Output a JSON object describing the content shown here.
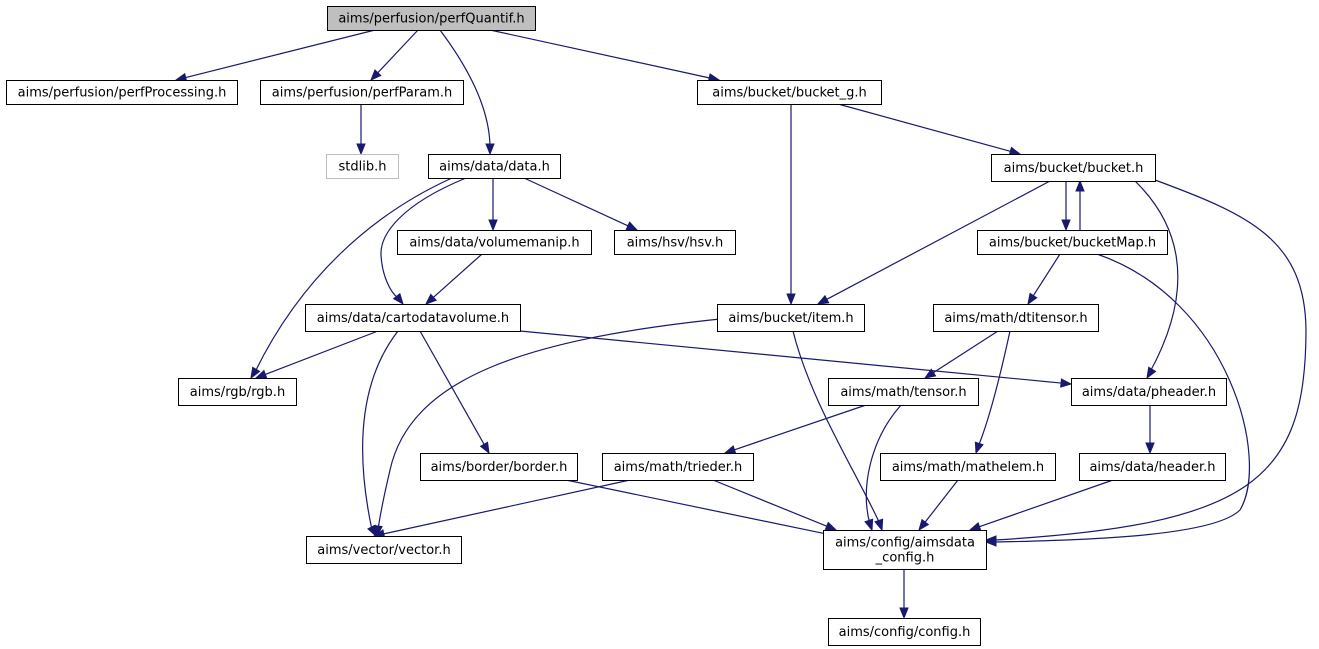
{
  "root": "aims/perfusion/perfQuantif.h",
  "colors": {
    "edge": "#191970",
    "root_fill": "#bfbfbf",
    "external_border": "#bfbfbf",
    "node_border": "#000000"
  },
  "nodes": [
    {
      "id": "perfQuantif",
      "lines": [
        "aims/perfusion/perfQuantif.h"
      ],
      "kind": "root"
    },
    {
      "id": "perfProcessing",
      "lines": [
        "aims/perfusion/perfProcessing.h"
      ],
      "kind": "normal"
    },
    {
      "id": "perfParam",
      "lines": [
        "aims/perfusion/perfParam.h"
      ],
      "kind": "normal"
    },
    {
      "id": "stdlib",
      "lines": [
        "stdlib.h"
      ],
      "kind": "external"
    },
    {
      "id": "data",
      "lines": [
        "aims/data/data.h"
      ],
      "kind": "normal"
    },
    {
      "id": "bucket_g",
      "lines": [
        "aims/bucket/bucket_g.h"
      ],
      "kind": "normal"
    },
    {
      "id": "bucket",
      "lines": [
        "aims/bucket/bucket.h"
      ],
      "kind": "normal"
    },
    {
      "id": "volumemanip",
      "lines": [
        "aims/data/volumemanip.h"
      ],
      "kind": "normal"
    },
    {
      "id": "hsv",
      "lines": [
        "aims/hsv/hsv.h"
      ],
      "kind": "normal"
    },
    {
      "id": "bucketMap",
      "lines": [
        "aims/bucket/bucketMap.h"
      ],
      "kind": "normal"
    },
    {
      "id": "cartodatavolume",
      "lines": [
        "aims/data/cartodatavolume.h"
      ],
      "kind": "normal"
    },
    {
      "id": "item",
      "lines": [
        "aims/bucket/item.h"
      ],
      "kind": "normal"
    },
    {
      "id": "dtitensor",
      "lines": [
        "aims/math/dtitensor.h"
      ],
      "kind": "normal"
    },
    {
      "id": "rgb",
      "lines": [
        "aims/rgb/rgb.h"
      ],
      "kind": "normal"
    },
    {
      "id": "tensor",
      "lines": [
        "aims/math/tensor.h"
      ],
      "kind": "normal"
    },
    {
      "id": "pheader",
      "lines": [
        "aims/data/pheader.h"
      ],
      "kind": "normal"
    },
    {
      "id": "border",
      "lines": [
        "aims/border/border.h"
      ],
      "kind": "normal"
    },
    {
      "id": "trieder",
      "lines": [
        "aims/math/trieder.h"
      ],
      "kind": "normal"
    },
    {
      "id": "mathelem",
      "lines": [
        "aims/math/mathelem.h"
      ],
      "kind": "normal"
    },
    {
      "id": "header",
      "lines": [
        "aims/data/header.h"
      ],
      "kind": "normal"
    },
    {
      "id": "vector",
      "lines": [
        "aims/vector/vector.h"
      ],
      "kind": "normal"
    },
    {
      "id": "aimsdata_config",
      "lines": [
        "aims/config/aimsdata",
        "_config.h"
      ],
      "kind": "normal"
    },
    {
      "id": "config",
      "lines": [
        "aims/config/config.h"
      ],
      "kind": "normal"
    }
  ],
  "edges": [
    [
      "perfQuantif",
      "perfProcessing"
    ],
    [
      "perfQuantif",
      "perfParam"
    ],
    [
      "perfQuantif",
      "data"
    ],
    [
      "perfQuantif",
      "bucket_g"
    ],
    [
      "perfParam",
      "stdlib"
    ],
    [
      "data",
      "volumemanip"
    ],
    [
      "data",
      "hsv"
    ],
    [
      "data",
      "cartodatavolume"
    ],
    [
      "data",
      "rgb"
    ],
    [
      "volumemanip",
      "cartodatavolume"
    ],
    [
      "cartodatavolume",
      "rgb"
    ],
    [
      "cartodatavolume",
      "border"
    ],
    [
      "cartodatavolume",
      "vector"
    ],
    [
      "cartodatavolume",
      "pheader"
    ],
    [
      "bucket_g",
      "bucket"
    ],
    [
      "bucket_g",
      "item"
    ],
    [
      "bucket",
      "bucketMap"
    ],
    [
      "bucketMap",
      "bucket"
    ],
    [
      "bucket",
      "item"
    ],
    [
      "bucket",
      "pheader"
    ],
    [
      "bucket",
      "aimsdata_config"
    ],
    [
      "bucketMap",
      "dtitensor"
    ],
    [
      "bucketMap",
      "aimsdata_config"
    ],
    [
      "item",
      "vector"
    ],
    [
      "item",
      "aimsdata_config"
    ],
    [
      "dtitensor",
      "tensor"
    ],
    [
      "dtitensor",
      "mathelem"
    ],
    [
      "tensor",
      "trieder"
    ],
    [
      "tensor",
      "aimsdata_config"
    ],
    [
      "pheader",
      "header"
    ],
    [
      "border",
      "aimsdata_config"
    ],
    [
      "trieder",
      "vector"
    ],
    [
      "trieder",
      "aimsdata_config"
    ],
    [
      "mathelem",
      "aimsdata_config"
    ],
    [
      "header",
      "aimsdata_config"
    ],
    [
      "aimsdata_config",
      "config"
    ]
  ]
}
